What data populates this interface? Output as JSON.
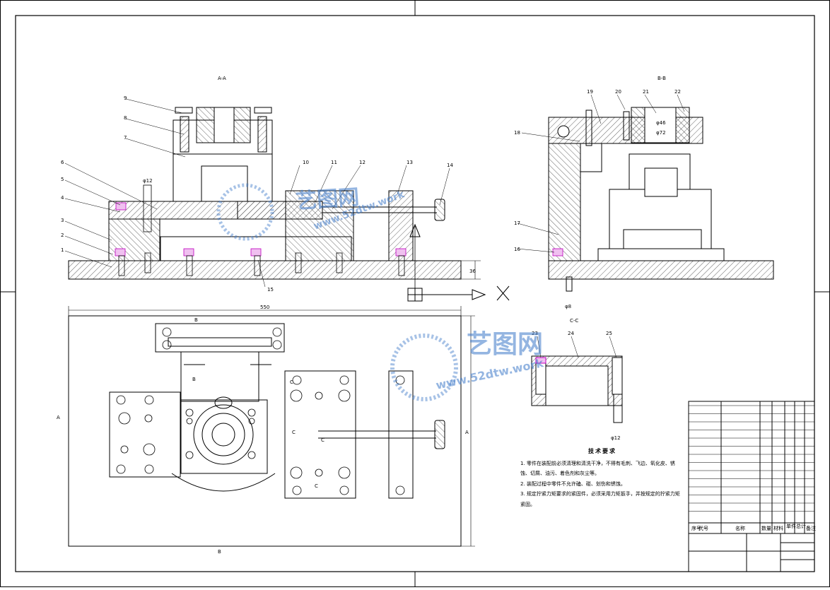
{
  "drawing": {
    "section_titles": {
      "aa": "A-A",
      "bb": "B-B",
      "cc": "C-C"
    },
    "part_numbers_left": [
      "9",
      "8",
      "7",
      "6",
      "5",
      "4",
      "3",
      "2",
      "1"
    ],
    "part_numbers_top": [
      "10",
      "11",
      "12",
      "13",
      "14"
    ],
    "part_number_bottom": "15",
    "part_numbers_right": [
      "19",
      "20",
      "21",
      "22"
    ],
    "part_numbers_right_side": [
      "18",
      "17",
      "16"
    ],
    "part_numbers_cc": [
      "23",
      "24",
      "25"
    ],
    "dimension_overall": "550",
    "dimension_height": "36",
    "dimension_phi12": "φ12",
    "dimension_phi8": "φ8",
    "dimension_phi12_cc": "φ12",
    "dimension_phi46": "φ46",
    "dimension_phi72": "φ72",
    "view_markers": [
      "A",
      "A",
      "B",
      "B",
      "C",
      "C",
      "B",
      "C",
      "C"
    ]
  },
  "tech_requirements": {
    "title": "技术要求",
    "lines": [
      "1. 零件在装配前必须清理和清洗干净，不得有毛刺、飞边、氧化皮、锈蚀、切屑、油污、着色剂和灰尘等。",
      "2. 装配过程中零件不允许磕、碰、划伤和锈蚀。",
      "3. 规定拧紧力矩要求的紧固件，必须采用力矩扳手，并按规定的拧紧力矩紧固。"
    ]
  },
  "title_block": {
    "headers": [
      "序号",
      "代号",
      "名称",
      "数量",
      "材料",
      "单件",
      "总计",
      "备注"
    ]
  },
  "watermark": {
    "brand": "艺图网",
    "url": "www.52dtw.work"
  },
  "colors": {
    "line": "#000000",
    "accent_magenta": "#c000c0",
    "watermark": "#3c78c8"
  }
}
